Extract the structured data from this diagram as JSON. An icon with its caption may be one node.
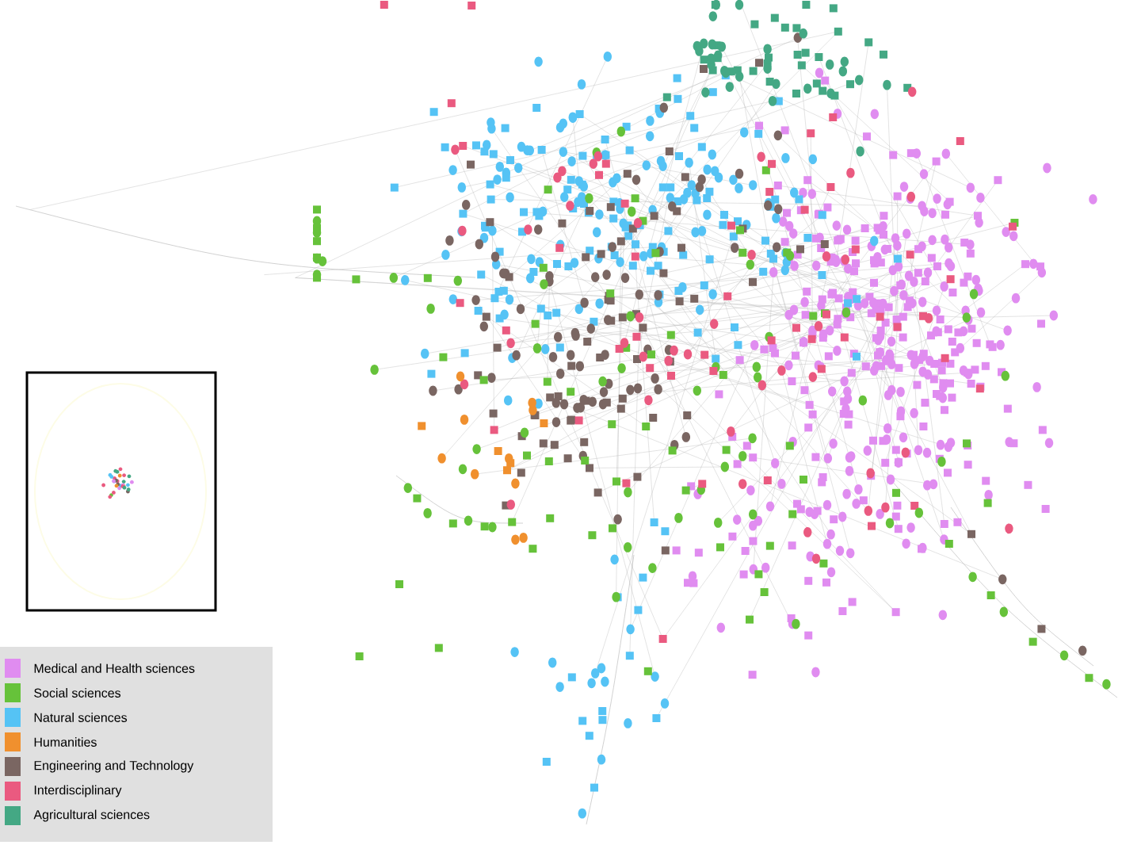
{
  "diagram": {
    "legend": [
      {
        "text": "Medical and Health sciences",
        "color": "#e08cf0"
      },
      {
        "text": "Social sciences",
        "color": "#66c23a"
      },
      {
        "text": "Natural sciences",
        "color": "#55c3f5"
      },
      {
        "text": "Humanities",
        "color": "#f0902e"
      },
      {
        "text": "Engineering and Technology",
        "color": "#7a6662"
      },
      {
        "text": "Interdisciplinary",
        "color": "#ea5a80"
      },
      {
        "text": "Agricultural sciences",
        "color": "#44a884"
      }
    ]
  }
}
